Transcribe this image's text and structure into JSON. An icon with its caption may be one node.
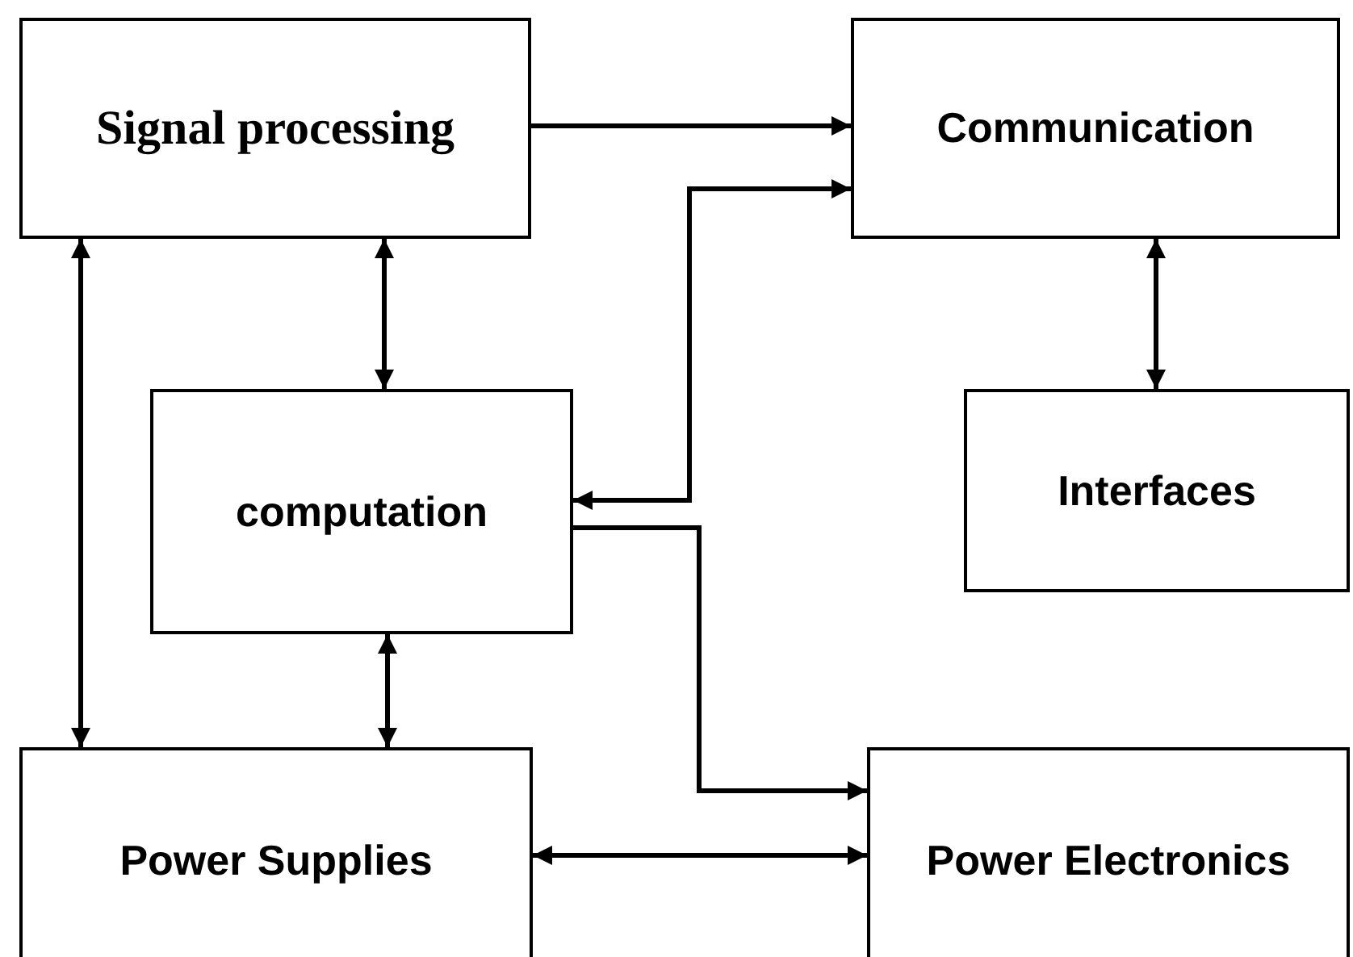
{
  "diagram": {
    "nodes": [
      {
        "text": [
          "Signal processing"
        ]
      },
      {
        "text": [
          "Communication"
        ]
      },
      {
        "text": [
          "computation"
        ]
      },
      {
        "text": [
          "Interfaces"
        ]
      },
      {
        "text": [
          "Power Supplies"
        ]
      },
      {
        "text": [
          "Power Electronics"
        ]
      }
    ],
    "edges": [
      {
        "from": 0,
        "to": 1,
        "arrow": "to"
      },
      {
        "from": 2,
        "to": 1,
        "arrow": "both"
      },
      {
        "from": 0,
        "to": 2,
        "arrow": "both"
      },
      {
        "from": 1,
        "to": 3,
        "arrow": "both"
      },
      {
        "from": 0,
        "to": 4,
        "arrow": "both"
      },
      {
        "from": 2,
        "to": 4,
        "arrow": "both"
      },
      {
        "from": 2,
        "to": 5,
        "arrow": "to"
      },
      {
        "from": 4,
        "to": 5,
        "arrow": "both"
      }
    ]
  }
}
